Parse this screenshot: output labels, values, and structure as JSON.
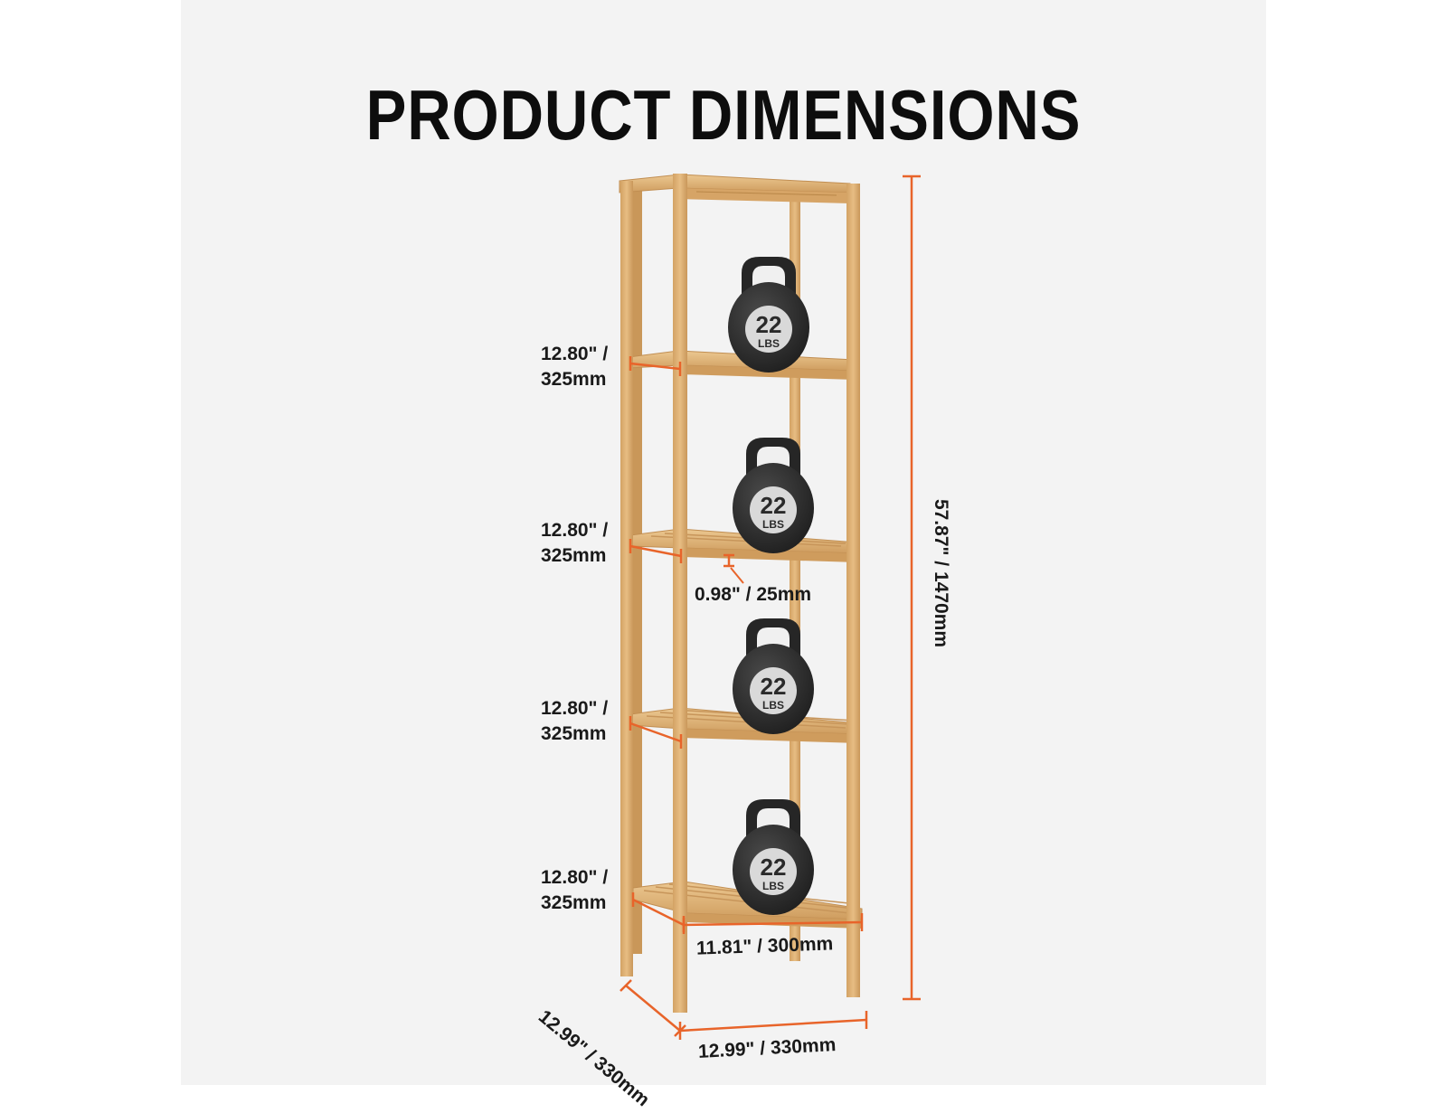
{
  "title": "PRODUCT DIMENSIONS",
  "colors": {
    "background": "#f3f3f3",
    "bamboo": "#dcae70",
    "bamboo_dark": "#c4914f",
    "dimension_line": "#e8642a",
    "kettlebell": "#2e2e2e",
    "text": "#1a1a1a"
  },
  "dimensions": {
    "shelf_gap_1": {
      "line1": "12.80\" /",
      "line2": "325mm"
    },
    "shelf_gap_2": {
      "line1": "12.80\" /",
      "line2": "325mm"
    },
    "shelf_gap_3": {
      "line1": "12.80\" /",
      "line2": "325mm"
    },
    "shelf_gap_4": {
      "line1": "12.80\" /",
      "line2": "325mm"
    },
    "shelf_thickness": "0.98\" / 25mm",
    "total_height": "57.87\" / 1470mm",
    "shelf_width": "11.81\" / 300mm",
    "base_depth": "12.99\" / 330mm",
    "base_width": "12.99\" / 330mm"
  },
  "kettlebell": {
    "weight": "22",
    "unit": "LBS"
  }
}
